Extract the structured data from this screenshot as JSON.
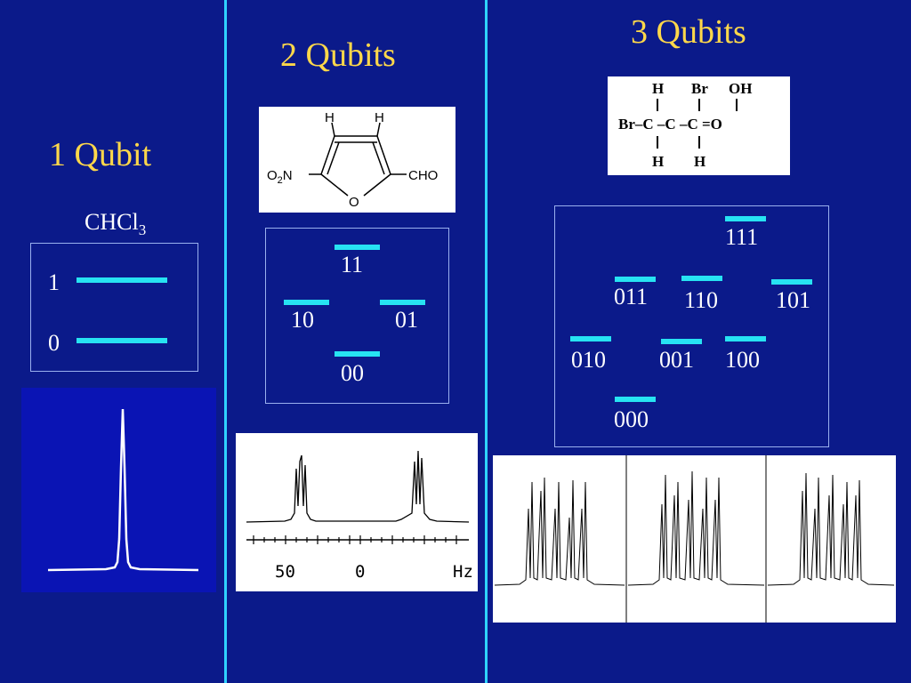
{
  "columns": {
    "one": {
      "title": "1 Qubit",
      "molecule": "CHCl",
      "molecule_subscript": "3",
      "states": [
        "1",
        "0"
      ]
    },
    "two": {
      "title": "2 Qubits",
      "molecule_labels": {
        "h_left": "H",
        "h_right": "H",
        "o2n": "O2N",
        "o2n_main1": "O",
        "o2n_sub": "2",
        "o2n_main2": "N",
        "cho": "CHO",
        "ring_o": "O"
      },
      "states": [
        "11",
        "10",
        "01",
        "00"
      ],
      "axis_ticks": [
        "50",
        "0",
        "Hz"
      ]
    },
    "three": {
      "title": "3 Qubits",
      "molecule_labels": {
        "top": [
          "H",
          "Br",
          "OH"
        ],
        "middle": "Br–C –C –C =O",
        "bottom": [
          "H",
          "H"
        ]
      },
      "states": [
        "111",
        "011",
        "110",
        "101",
        "010",
        "001",
        "100",
        "000"
      ]
    }
  },
  "colors": {
    "background": "#0b1a8a",
    "heading": "#ffd84a",
    "energy_level": "#27e3f2",
    "divider": "#2fd3ff"
  }
}
